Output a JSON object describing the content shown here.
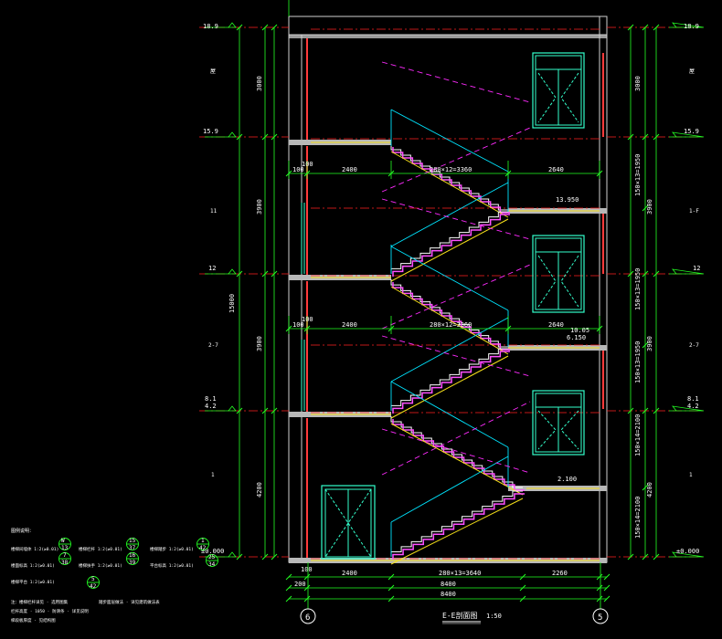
{
  "drawing": {
    "title": "E-E剖面图",
    "scale": "1:50",
    "axis_left": "6",
    "axis_right": "5"
  },
  "levels_left": [
    {
      "id": "lv-18-9",
      "label": "18.9"
    },
    {
      "id": "lv-15-9",
      "label": "15.9"
    },
    {
      "id": "lv-12",
      "label": "12"
    },
    {
      "id": "lv-8-1",
      "label": "8.1"
    },
    {
      "id": "lv-4-2",
      "label": "4.2"
    },
    {
      "id": "lv-0",
      "label": "±0.000"
    }
  ],
  "levels_right": [
    {
      "id": "rlv-18-9",
      "label": "18.9"
    },
    {
      "id": "rlv-15-9",
      "label": "15.9"
    },
    {
      "id": "rlv-12",
      "label": "12"
    },
    {
      "id": "rlv-8-1",
      "label": "8.1"
    },
    {
      "id": "rlv-4-2",
      "label": "4.2"
    },
    {
      "id": "rlv-0",
      "label": "±0.000"
    }
  ],
  "dims_left_vertical": [
    "3000",
    "3900",
    "3900",
    "4200",
    "15000"
  ],
  "dims_right_vertical": [
    "3000",
    "150×13=1950",
    "3900",
    "150×13=1950",
    "3900",
    "150×13=1950",
    "150×14=2100",
    "4200",
    "150×14=2100"
  ],
  "dims_horizontal_upper": [
    "100",
    "100",
    "2400",
    "280×12=3360",
    "2640"
  ],
  "dims_horizontal_mid": [
    "100",
    "100",
    "2400",
    "280×12=3360",
    "2640"
  ],
  "dims_horizontal_bottom": [
    "100",
    "2400",
    "280×13=3640",
    "2260",
    "8400",
    "200",
    "8400"
  ],
  "landing_levels": [
    "13.950",
    "10.05",
    "6.150",
    "2.100"
  ],
  "floor_notes_left": [
    "屋",
    "11",
    "2-7",
    "1"
  ],
  "floor_notes_right": [
    "屋",
    "1-F",
    "2-7",
    "1"
  ],
  "legend": {
    "heading": "图例说明：",
    "rows": [
      "楼梯间墙体 1:2(≥0.01)",
      "楼梯栏杆 1:2(≥0.01)",
      "楼梯踏步 1:2(≥0.01)",
      "楼面标高 1:2(≥0.01)",
      "楼梯扶手 1:2(≥0.01)",
      "平台标高 1:2(≥0.01)",
      "楼梯平台 1:2(≥0.01)"
    ],
    "refs": [
      {
        "top": "W",
        "bottom": "13"
      },
      {
        "top": "15",
        "bottom": "37"
      },
      {
        "top": "7",
        "bottom": "38"
      },
      {
        "top": "16",
        "bottom": "39"
      },
      {
        "top": "1",
        "bottom": "42"
      },
      {
        "top": "25",
        "bottom": "34"
      },
      {
        "top": "5",
        "bottom": "42"
      }
    ],
    "notes": [
      "注：楼梯栏杆详见 · 选用图集",
      "踏步面层做法 · 详见建筑做法表",
      "栏杆高度 · 1050 · 防滑条 · 详见说明",
      "梯段板厚度 · 见结构图"
    ]
  },
  "colors": {
    "background": "#000000",
    "wall": "#ff3b3b",
    "stair": "#ffffff",
    "stair_hatch": "#ff4fff",
    "diagonal": "#00e5ff",
    "window": "#33ffcc",
    "dim": "#22ff22",
    "level_line": "#ff2222",
    "text": "#ffffff",
    "dash_magenta": "#ff2bff",
    "yellow_edge": "#f6e01a"
  }
}
